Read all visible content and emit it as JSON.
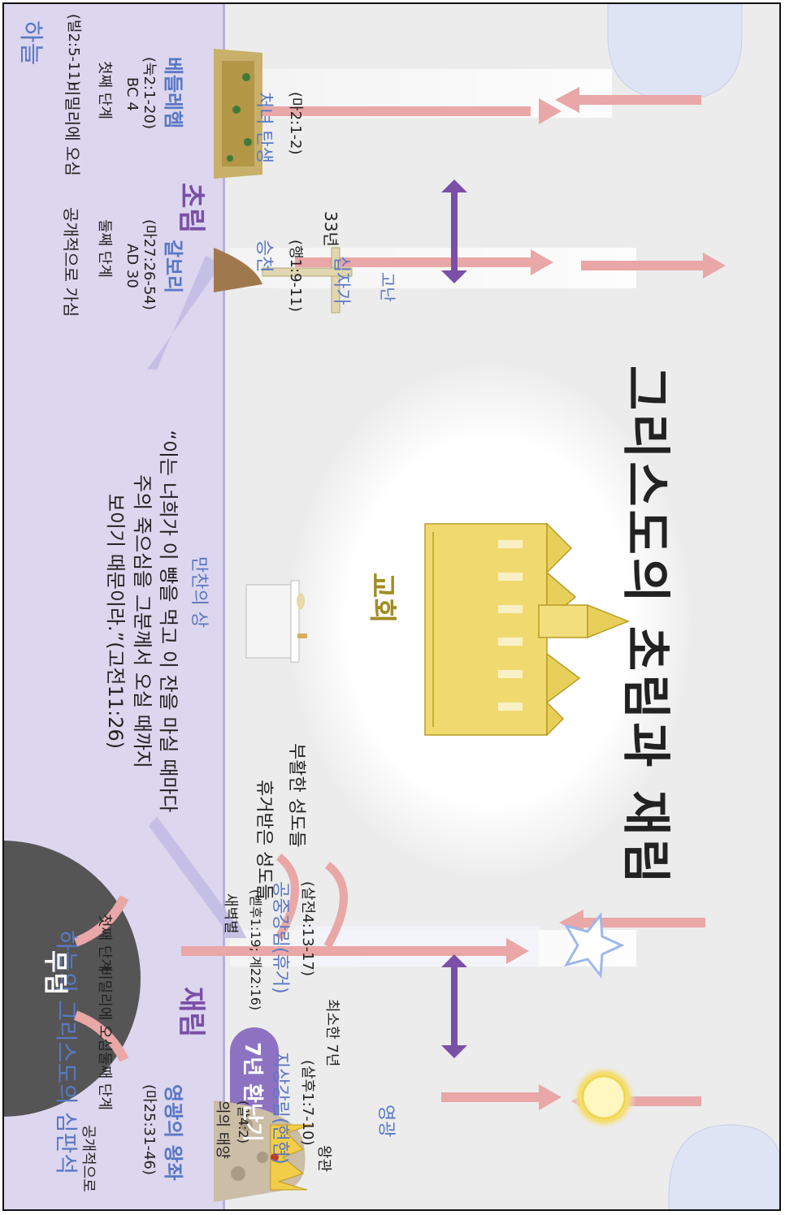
{
  "title": "그리스도의 초림과 재림",
  "first_coming": {
    "heaven_label": "하늘",
    "heaven_ref": "(빌2:5-11)",
    "label": "초림",
    "stage1_label": "첫째 단계",
    "stage1_desc": "비밀리에 오심",
    "stage2_label": "둘째 단계",
    "stage2_desc": "공개적으로 가심",
    "birth_title": "처녀 탄생",
    "birth_ref": "(마2:1-2)",
    "ascension_title": "승천",
    "ascension_ref": "(행1:9-11)",
    "suffering_label": "고난",
    "years_label": "33년",
    "cross_label": "십자가",
    "bethlehem_title": "베들레헴",
    "bethlehem_ref": "(눅2:1-20)",
    "bethlehem_year": "BC 4",
    "calvary_title": "갈보리",
    "calvary_ref": "(마27:26-54)",
    "calvary_year": "AD 30"
  },
  "second_coming": {
    "judgment_seat_label": "하늘의 그리스도의 심판석",
    "label": "재림",
    "stage1_label": "첫째 단계",
    "stage1_desc": "비밀리에 오심",
    "stage2_label": "둘째 단계",
    "stage2_desc": "공개적으로",
    "morning_star": "새벽별",
    "morning_star_ref": "(벧후1:19; 계22:16)",
    "sun_label": "의의 태양",
    "sun_ref": "(말4:2)",
    "rapture_title": "공중강림(휴거)",
    "rapture_ref": "(살전4:13-17)",
    "earthly_title": "지상강림(현현)",
    "earthly_ref": "(살후1:7-10)",
    "min_years": "최소한 7년",
    "glory_label": "영광",
    "crown_label": "왕관",
    "tribulation_label": "7년 환난기",
    "throne_title": "영광의 왕좌",
    "throne_ref": "(마25:31-46)",
    "tomb_label": "무덤",
    "resurrected_saints": "부활한 성도들",
    "raptured_saints": "휴거받은 성도들"
  },
  "church_label": "교회",
  "table_label": "만찬의 상",
  "quote_lines": [
    "“이는 너희가 이 빵을 먹고 이 잔을 마실 때마다",
    "주의 죽으심을 그분께서 오실 때까지",
    "보이기 때문이라.”(고전11:26)"
  ],
  "colors": {
    "blue_text": "#5a78c4",
    "purple_text": "#7a4fa8",
    "arrow_pink": "#e9a7a7",
    "ground_lavender": "#dcd6ee",
    "tribulation_fill": "#8e72c2",
    "tomb_fill": "#555555"
  }
}
